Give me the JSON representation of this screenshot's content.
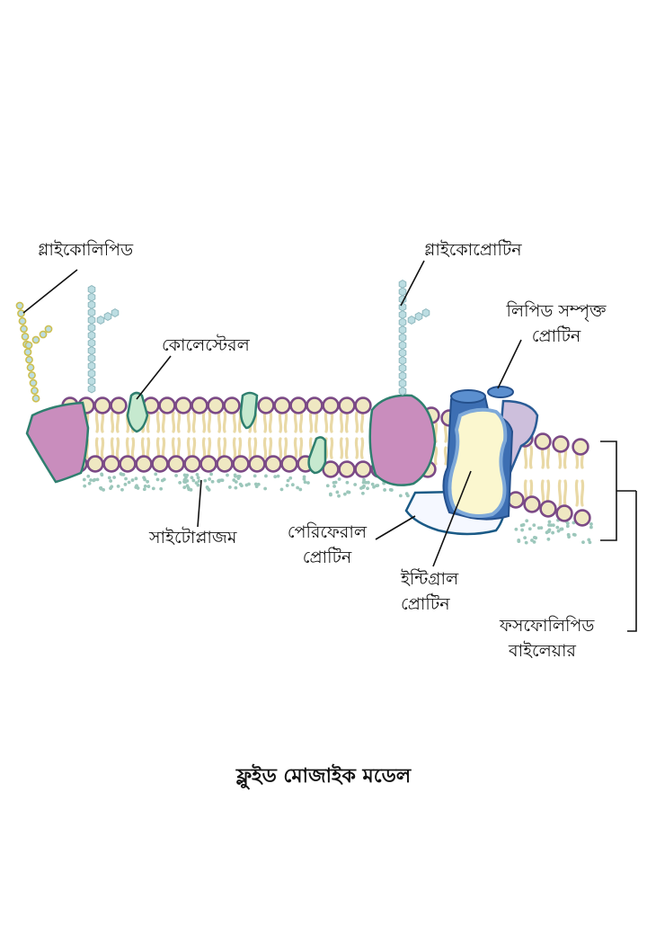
{
  "diagram": {
    "title": "ফ্লুইড মোজাইক মডেল",
    "labels": {
      "glycolipid": "গ্লাইকোলিপিড",
      "glycoprotein": "গ্লাইকোপ্রোটিন",
      "cholesterol": "কোলেস্টেরল",
      "lipid_protein_1": "লিপিড সম্পৃক্ত",
      "lipid_protein_2": "প্রোটিন",
      "cytoplasm": "সাইটোপ্লাজম",
      "peripheral_1": "পেরিফেরাল",
      "peripheral_2": "প্রোটিন",
      "integral_1": "ইন্টিগ্রাল",
      "integral_2": "প্রোটিন",
      "bilayer_1": "ফসফোলিপিড",
      "bilayer_2": "বাইলেয়ার"
    },
    "colors": {
      "head_fill": "#efe8c2",
      "head_stroke": "#7b4a86",
      "tail": "#e9d9a6",
      "protein_purple": "#c98dbd",
      "protein_outline": "#2f7f6f",
      "cholesterol": "#c6e9cf",
      "integral_blue": "#3d6fb3",
      "integral_core": "#fbf7cf",
      "peripheral": "#f5f8ff",
      "lavender": "#cdbfdc",
      "sugar": "#bcdde2",
      "cytoplasm_dots": "#9cc7bb"
    }
  }
}
